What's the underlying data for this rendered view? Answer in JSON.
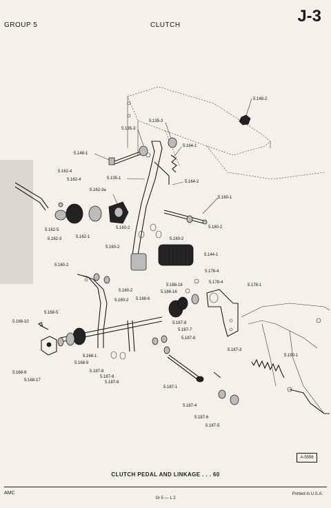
{
  "header": {
    "group": "GROUP 5",
    "section": "CLUTCH",
    "page": "J-3"
  },
  "callouts": [
    "5.148-2",
    "5.135-3",
    "5.135-3",
    "5.164-1",
    "5.148-1",
    "5.135-1",
    "5.164-2",
    "5.162-4",
    "5.162-4",
    "5.162-3a",
    "5.160-1",
    "5.162-5",
    "5.160-2",
    "5.160-2",
    "5.162-3",
    "5.162-1",
    "5.160-2",
    "5.160-2",
    "5.144-1",
    "5.160-2",
    "5.178-4",
    "5.168-16",
    "5.178-4",
    "5.178-1",
    "5.160-2",
    "5.168-16",
    "5.160-2",
    "5.168-6",
    "5.168-5",
    "5.168-10",
    "5.187-8",
    "5.187-7",
    "5.187-8",
    "5.168-1",
    "5.168-9",
    "5.187-3",
    "5.190-1",
    "5.168-8",
    "5.187-8",
    "5.187-8",
    "5.168-17",
    "5.187-8",
    "5.187-1",
    "5.187-4",
    "5.187-6",
    "5.187-5"
  ],
  "figure_ref": "A-5556",
  "caption": "CLUTCH PEDAL AND LINKAGE . . . 60",
  "footer": {
    "left": "AMC",
    "center": "Gr 5 — L 2",
    "right": "Printed in U.S.A."
  }
}
